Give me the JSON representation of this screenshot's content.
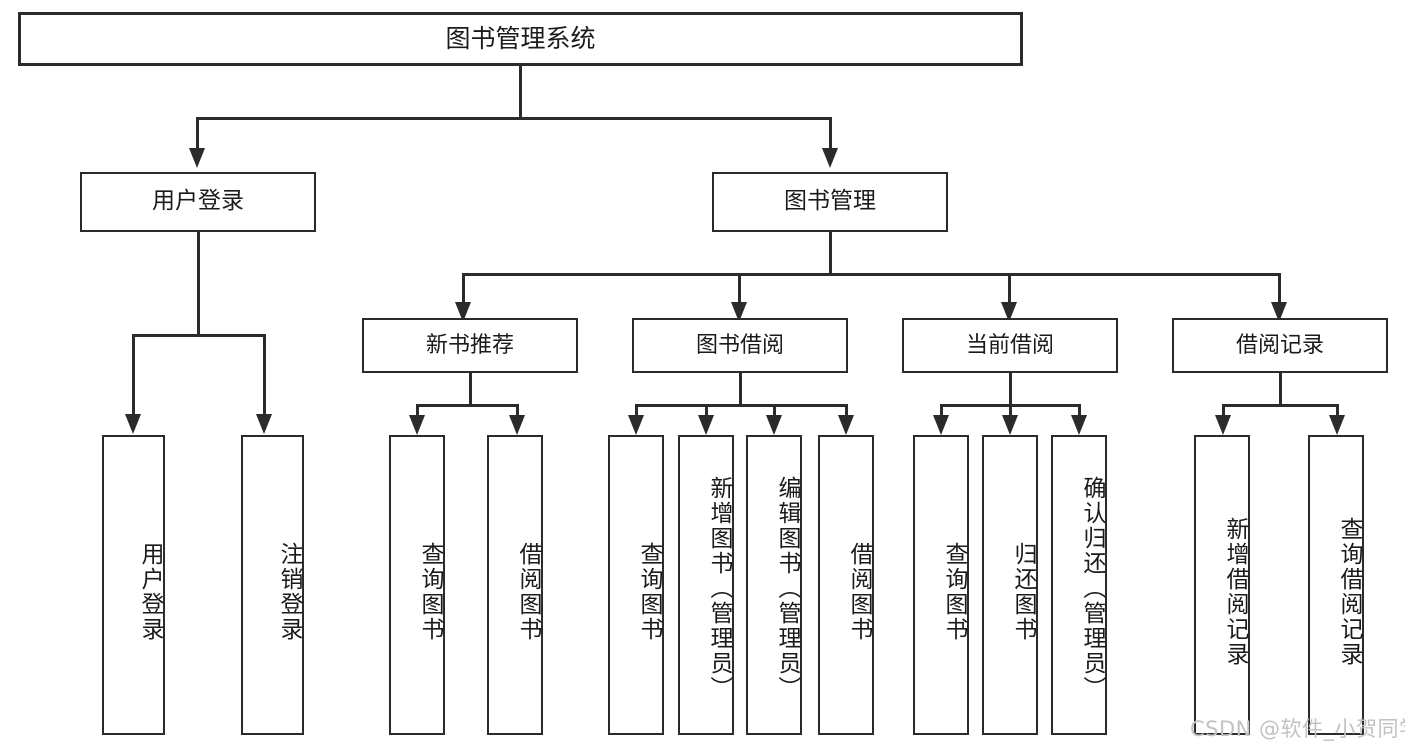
{
  "diagram": {
    "title": "图书管理系统",
    "type": "tree-hierarchy",
    "root": {
      "label": "图书管理系统"
    },
    "level1": [
      {
        "label": "用户登录"
      },
      {
        "label": "图书管理"
      }
    ],
    "level2": [
      {
        "label": "新书推荐"
      },
      {
        "label": "图书借阅"
      },
      {
        "label": "当前借阅"
      },
      {
        "label": "借阅记录"
      }
    ],
    "leaves": {
      "user_login": [
        {
          "label": "用户登录"
        },
        {
          "label": "注销登录"
        }
      ],
      "new_book_recommend": [
        {
          "label": "查询图书"
        },
        {
          "label": "借阅图书"
        }
      ],
      "book_borrow": [
        {
          "label": "查询图书"
        },
        {
          "label": "新增图书（管理员）"
        },
        {
          "label": "编辑图书（管理员）"
        },
        {
          "label": "借阅图书"
        }
      ],
      "current_borrow": [
        {
          "label": "查询图书"
        },
        {
          "label": "归还图书"
        },
        {
          "label": "确认归还（管理员）"
        }
      ],
      "borrow_records": [
        {
          "label": "新增借阅记录"
        },
        {
          "label": "查询借阅记录"
        }
      ]
    }
  },
  "watermark": {
    "text": "CSDN @软件_小贺同学"
  },
  "colors": {
    "stroke": "#2b2b2b",
    "background": "#ffffff",
    "text": "#1b1b1b",
    "watermark": "#c2c2c2"
  }
}
